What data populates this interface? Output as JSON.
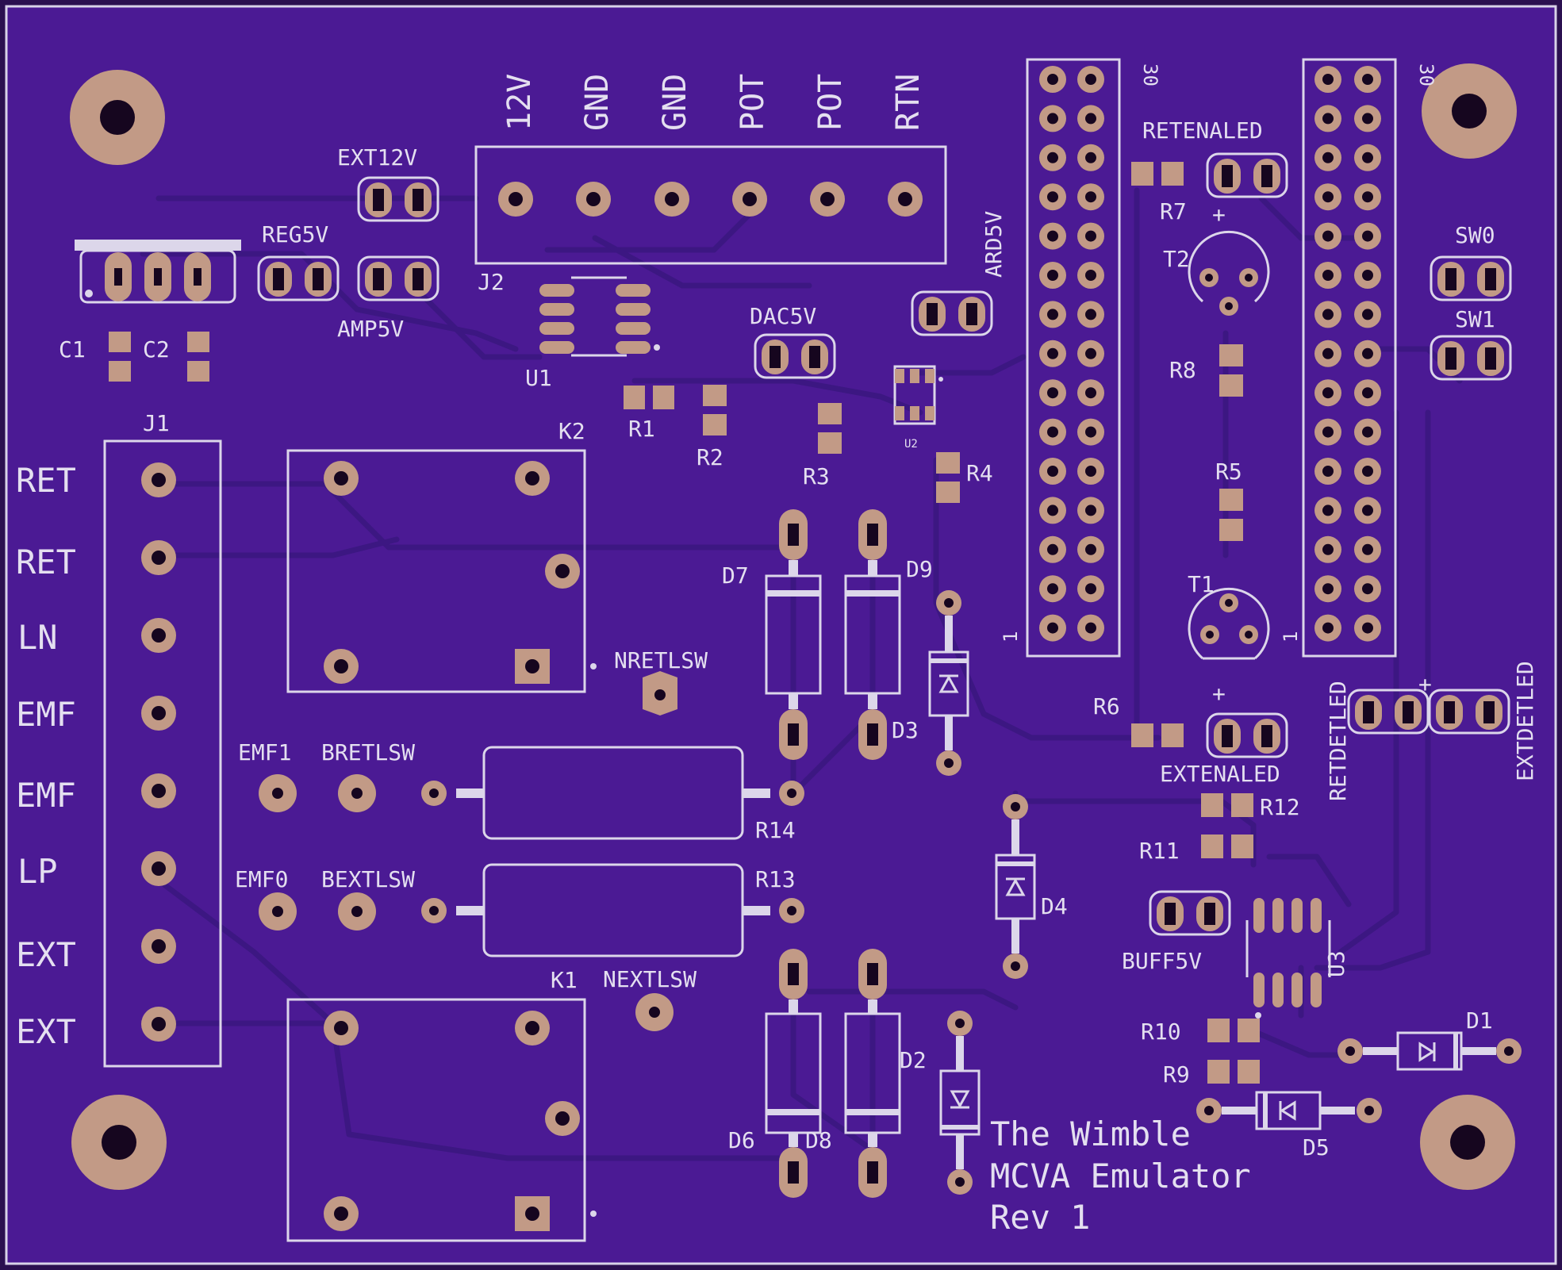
{
  "board": {
    "title_lines": [
      "The Wimble",
      "MCVA Emulator",
      "Rev 1"
    ],
    "colors": {
      "substrate": "#4b1a94",
      "trace": "#3c1782",
      "pad": "#c29a86",
      "silk": "#e4dff0"
    }
  },
  "labels": {
    "J1": "J1",
    "J2": "J2",
    "K1": "K1",
    "K2": "K2",
    "U1": "U1",
    "U2": "U2",
    "U3": "U3",
    "T1": "T1",
    "T2": "T2",
    "C1": "C1",
    "C2": "C2",
    "R1": "R1",
    "R2": "R2",
    "R3": "R3",
    "R4": "R4",
    "R5": "R5",
    "R6": "R6",
    "R7": "R7",
    "R8": "R8",
    "R9": "R9",
    "R10": "R10",
    "R11": "R11",
    "R12": "R12",
    "R13": "R13",
    "R14": "R14",
    "D1": "D1",
    "D2": "D2",
    "D3": "D3",
    "D4": "D4",
    "D5": "D5",
    "D6": "D6",
    "D7": "D7",
    "D8": "D8",
    "D9": "D9",
    "EXT12V": "EXT12V",
    "REG5V": "REG5V",
    "AMP5V": "AMP5V",
    "DAC5V": "DAC5V",
    "ARD5V": "ARD5V",
    "RETENALED": "RETENALED",
    "EXTENALED": "EXTENALED",
    "RETDETLED": "RETDETLED",
    "EXTDETLED": "EXTDETLED",
    "SW0": "SW0",
    "SW1": "SW1",
    "BUFF5V": "BUFF5V",
    "NRETLSW": "NRETLSW",
    "NEXTLSW": "NEXTLSW",
    "BRETLSW": "BRETLSW",
    "BEXTLSW": "BEXTLSW",
    "EMF0": "EMF0",
    "EMF1": "EMF1",
    "header_30": "30",
    "header_1": "1",
    "plus": "+"
  },
  "j1_pins": [
    "RET",
    "RET",
    "LN",
    "EMF",
    "EMF",
    "LP",
    "EXT",
    "EXT"
  ],
  "j2_pins": [
    "12V",
    "GND",
    "GND",
    "POT",
    "POT",
    "RTN"
  ]
}
